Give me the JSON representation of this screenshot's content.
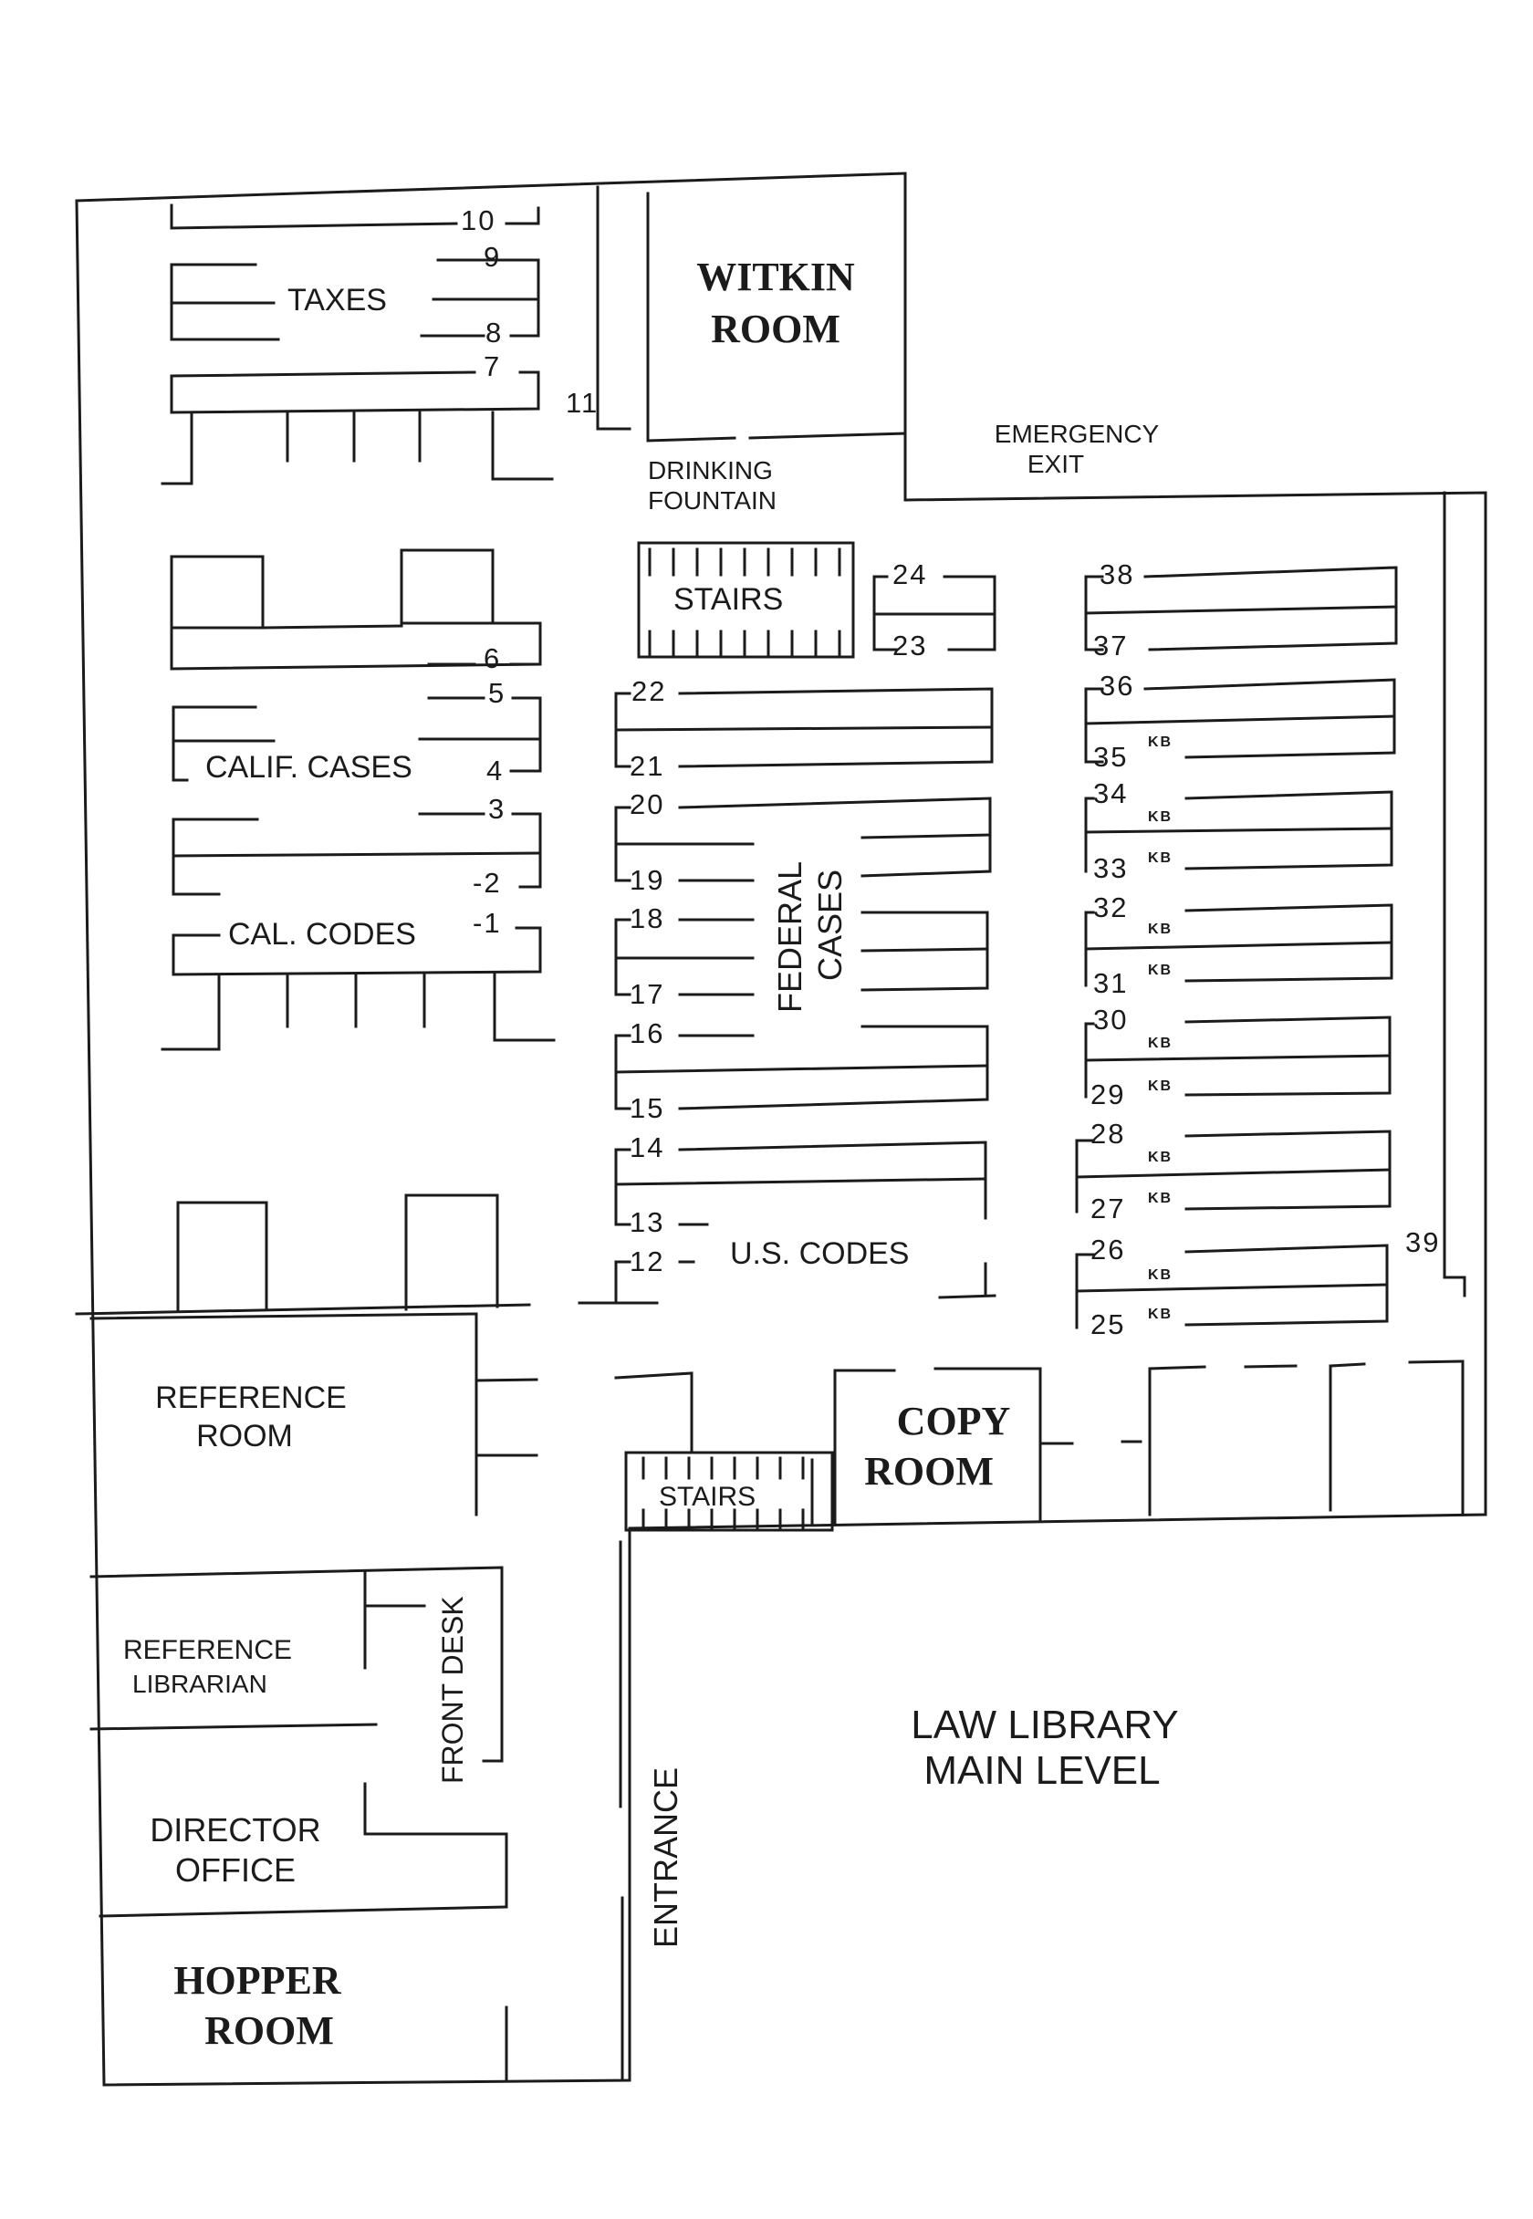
{
  "title": {
    "line1": "LAW LIBRARY",
    "line2": "MAIN LEVEL"
  },
  "rooms": {
    "witkin": {
      "line1": "WITKIN",
      "line2": "ROOM"
    },
    "copy": {
      "line1": "COPY",
      "line2": "ROOM"
    },
    "hopper": {
      "line1": "HOPPER",
      "line2": "ROOM"
    },
    "reference_room": {
      "line1": "REFERENCE",
      "line2": "ROOM"
    },
    "reference_librarian": {
      "line1": "REFERENCE",
      "line2": "LIBRARIAN"
    },
    "director_office": {
      "line1": "DIRECTOR",
      "line2": "OFFICE"
    },
    "front_desk": "FRONT DESK",
    "stairs_upper": "STAIRS",
    "stairs_lower": "STAIRS"
  },
  "features": {
    "emergency_exit": {
      "line1": "EMERGENCY",
      "line2": "EXIT"
    },
    "drinking_fountain": {
      "line1": "DRINKING",
      "line2": "FOUNTAIN"
    },
    "entrance": "ENTRANCE"
  },
  "sections": {
    "taxes": "TAXES",
    "calif_cases": "CALIF. CASES",
    "cal_codes": "CAL. CODES",
    "federal_cases": {
      "line1": "FEDERAL",
      "line2": "CASES"
    },
    "us_codes": "U.S. CODES"
  },
  "shelf_numbers": {
    "n1": "-1",
    "n2": "-2",
    "n3": "3",
    "n4": "4",
    "n5": "5",
    "n6": "6",
    "n7": "7",
    "n8": "8",
    "n9": "9",
    "n10": "10",
    "n11": "11",
    "n12": "12",
    "n13": "13",
    "n14": "14",
    "n15": "15",
    "n16": "16",
    "n17": "17",
    "n18": "18",
    "n19": "19",
    "n20": "20",
    "n21": "21",
    "n22": "22",
    "n23": "23",
    "n24": "24",
    "n25": "25",
    "n26": "26",
    "n27": "27",
    "n28": "28",
    "n29": "29",
    "n30": "30",
    "n31": "31",
    "n32": "32",
    "n33": "33",
    "n34": "34",
    "n35": "35",
    "n36": "36",
    "n37": "37",
    "n38": "38",
    "n39": "39"
  },
  "kb_tag": "KB"
}
